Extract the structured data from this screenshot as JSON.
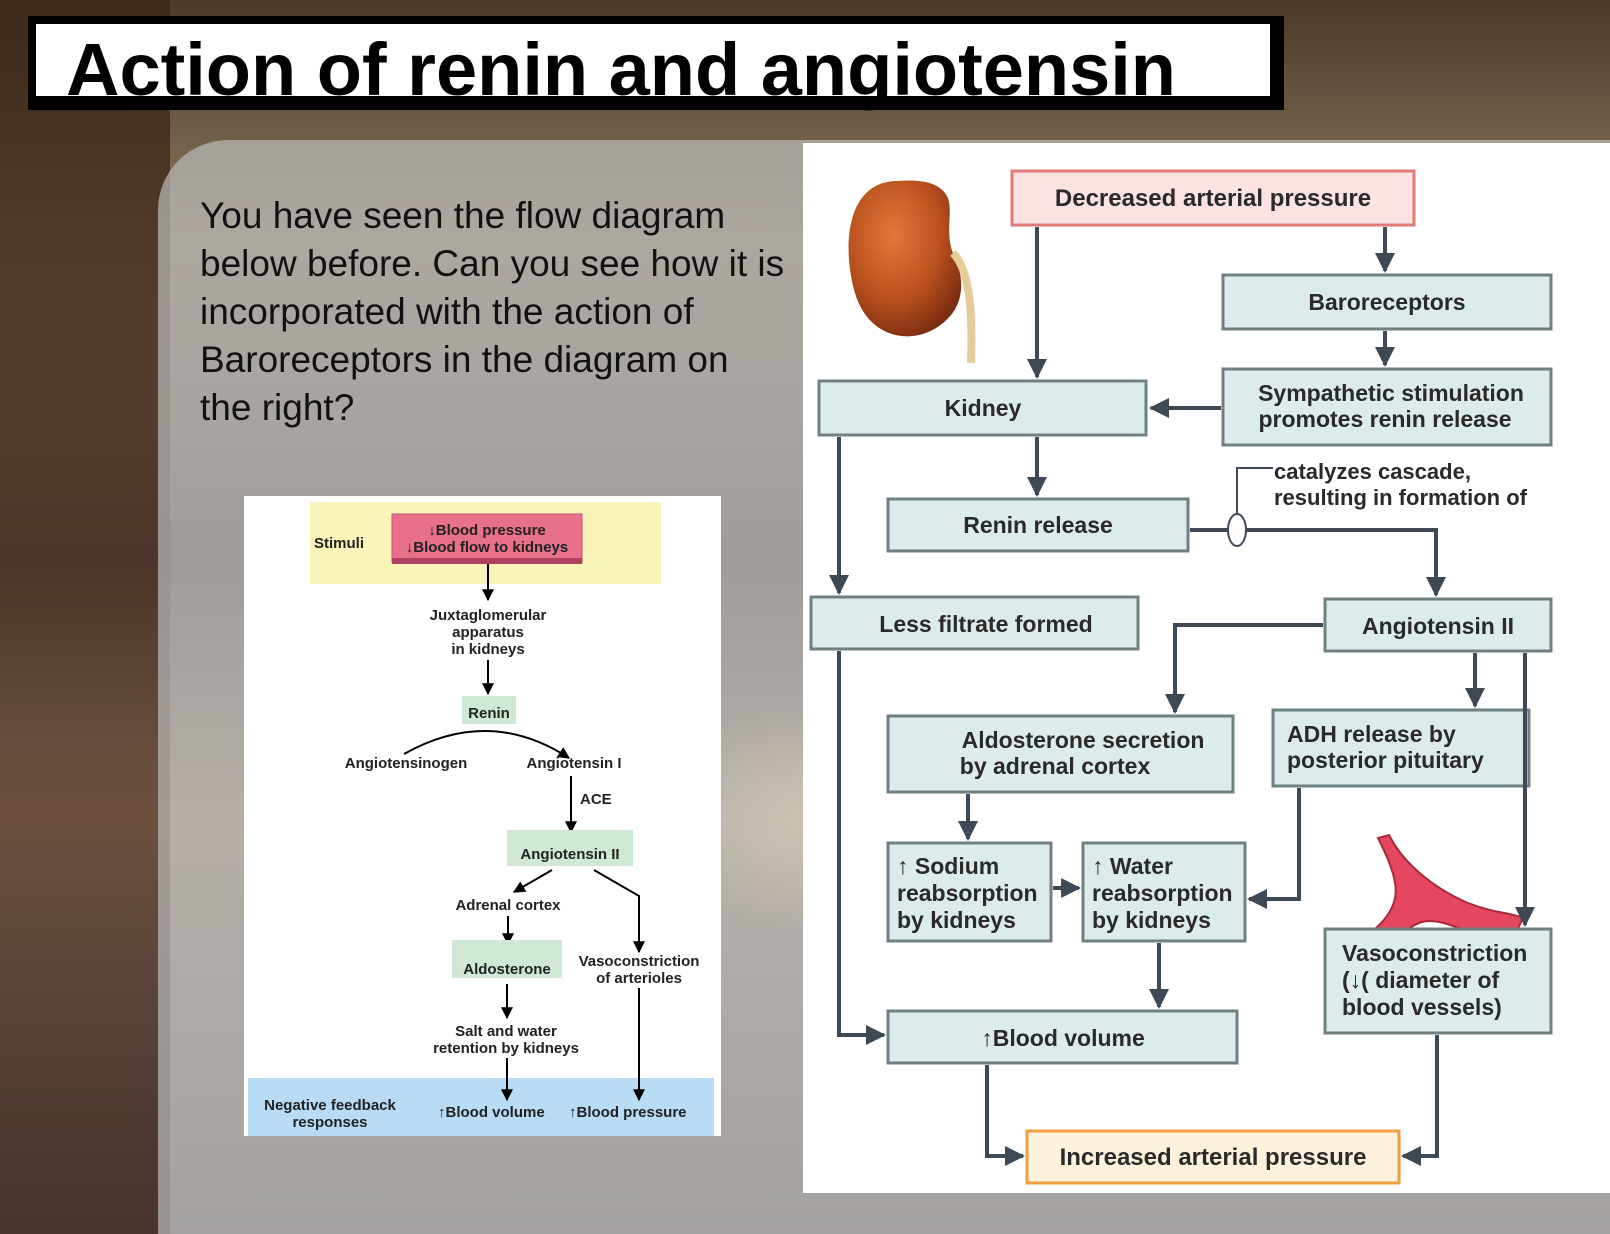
{
  "title": "Action of renin and angiotensin",
  "question": "You have seen the flow diagram below before. Can you see how it is incorporated with the action of Baroreceptors in the diagram on the right?",
  "small_diagram": {
    "stimuli_label": "Stimuli",
    "stimuli_1": "Blood pressure",
    "stimuli_2": "Blood flow to kidneys",
    "juxta_1": "Juxtaglomerular",
    "juxta_2": "apparatus",
    "juxta_3": "in kidneys",
    "renin": "Renin",
    "angiotensinogen": "Angiotensinogen",
    "angiotensin_1": "Angiotensin I",
    "ace": "ACE",
    "angiotensin_2": "Angiotensin II",
    "adrenal_cortex": "Adrenal cortex",
    "aldosterone": "Aldosterone",
    "vaso_1": "Vasoconstriction",
    "vaso_2": "of arterioles",
    "salt_1": "Salt and water",
    "salt_2": "retention by kidneys",
    "neg_1": "Negative feedback",
    "neg_2": "responses",
    "blood_volume": "Blood volume",
    "blood_pressure": "Blood pressure"
  },
  "big_diagram": {
    "decreased": "Decreased arterial pressure",
    "baroreceptors": "Baroreceptors",
    "symp_1": "Sympathetic stimulation",
    "symp_2": "promotes renin release",
    "kidney": "Kidney",
    "catalyzes_1": "catalyzes cascade,",
    "catalyzes_2": "resulting in formation of",
    "renin_release": "Renin release",
    "less_filtrate": "Less filtrate formed",
    "angiotensin_2": "Angiotensin II",
    "aldo_1": "Aldosterone secretion",
    "aldo_2": "by adrenal cortex",
    "adh_1": "ADH release by",
    "adh_2": "posterior pituitary",
    "sodium_1": "Sodium",
    "sodium_2": "reabsorption",
    "sodium_3": "by kidneys",
    "water_1": "Water",
    "water_2": "reabsorption",
    "water_3": "by kidneys",
    "vaso_1": "Vasoconstriction",
    "vaso_2": "( diameter of",
    "vaso_3": "blood vessels)",
    "blood_volume": "Blood volume",
    "increased": "Increased arterial pressure"
  },
  "colors": {
    "box_fill": "#dcebeb",
    "box_stroke": "#6f8080",
    "arrow": "#3d4a55",
    "red_box": "#fbe3e1",
    "red_border": "#e07a76",
    "orange_box": "#fff2dc",
    "orange_border": "#f0a040"
  }
}
